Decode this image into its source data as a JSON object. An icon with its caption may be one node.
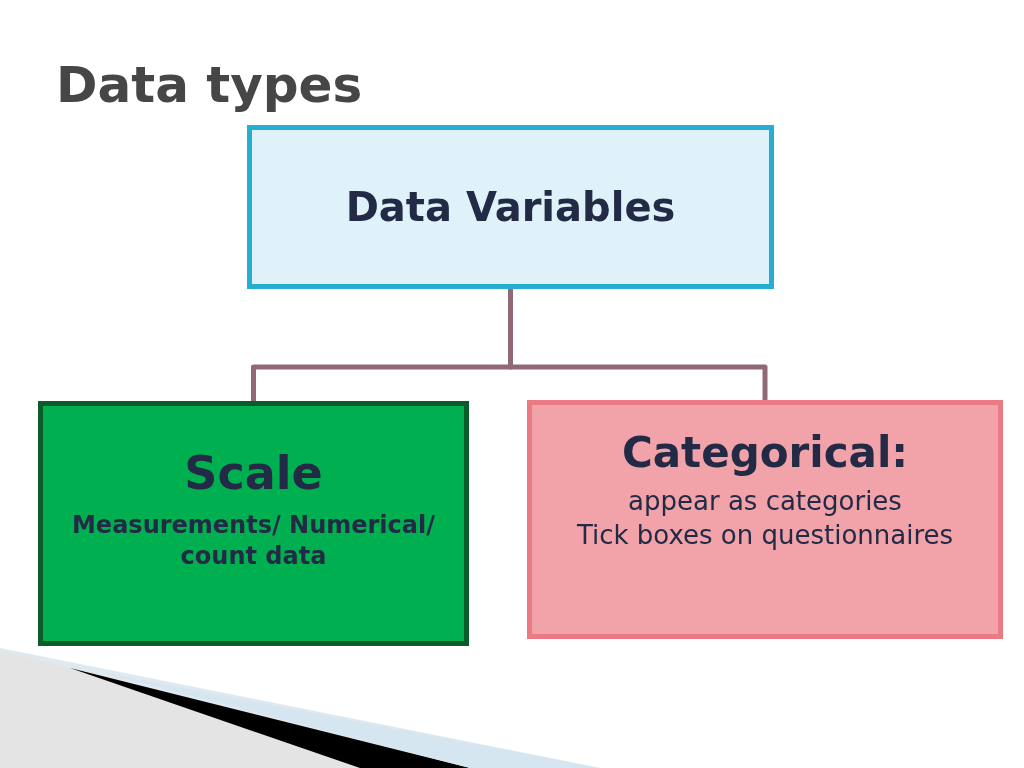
{
  "diagram": {
    "title": "Data types",
    "nodes": [
      {
        "text": [
          "Data Variables"
        ]
      },
      {
        "text": [
          "Scale",
          "Measurements/ Numerical/ count data"
        ]
      },
      {
        "text": [
          "Categorical:",
          "appear as categories",
          "Tick boxes on questionnaires"
        ]
      }
    ],
    "edges": [
      {
        "from": 0,
        "to": 1,
        "arrow": "none"
      },
      {
        "from": 0,
        "to": 2,
        "arrow": "none"
      }
    ]
  }
}
